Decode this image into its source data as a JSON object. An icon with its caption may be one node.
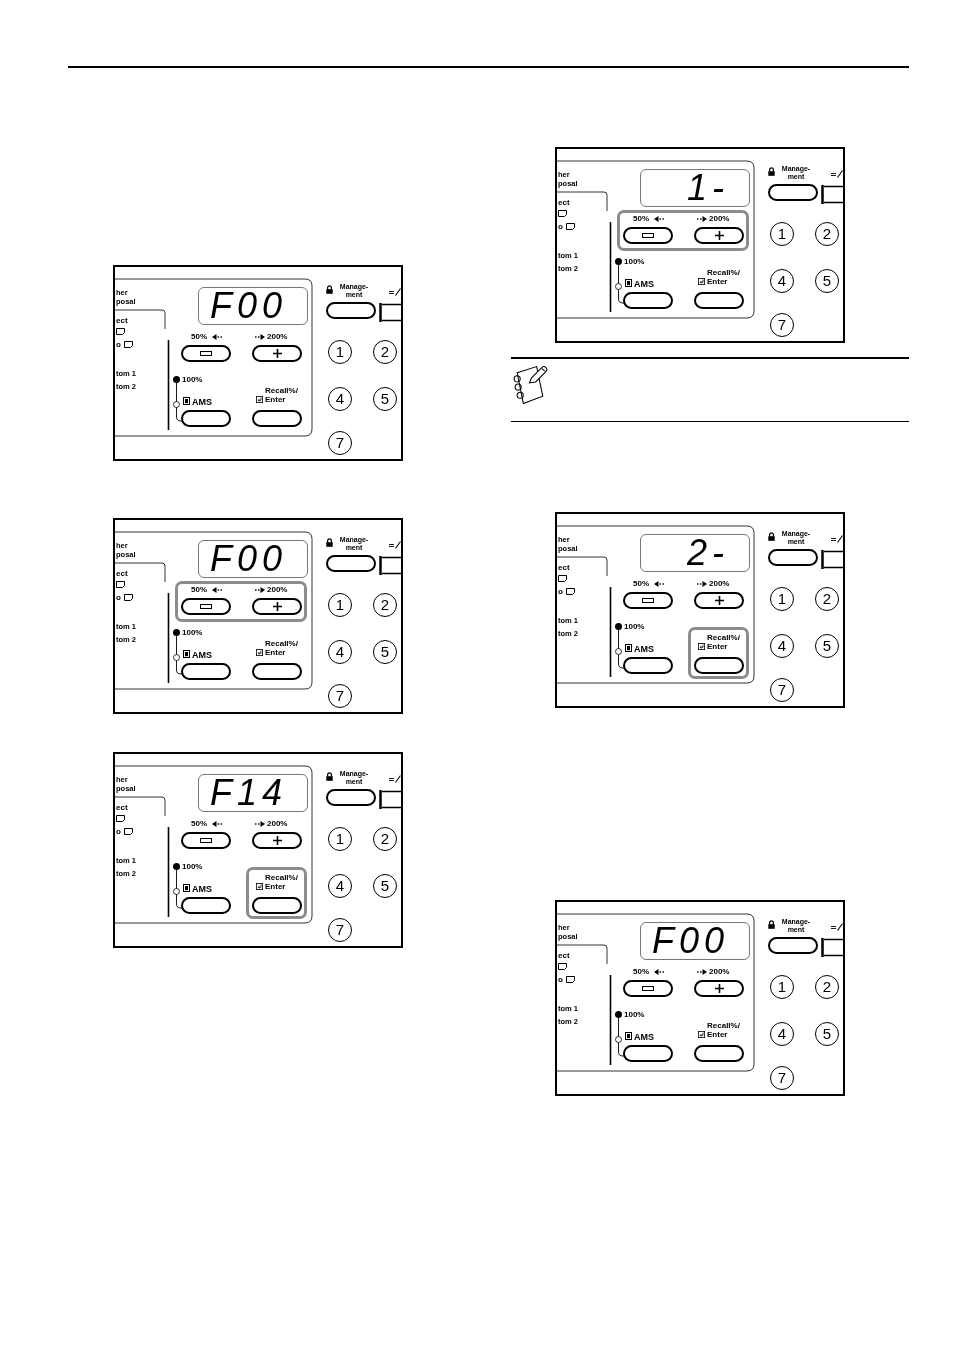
{
  "diagram": {
    "nodes": [
      {
        "text": [
          "her posal",
          "ect",
          "o",
          "tom 1",
          "tom 2",
          "100%"
        ]
      },
      {
        "text": [
          "F00"
        ],
        "in": 0
      },
      {
        "text": [
          "Manage- ment"
        ],
        "in": 0
      },
      {
        "text": [
          "50%"
        ],
        "in": 0
      },
      {
        "text": [
          "200%"
        ],
        "in": 0
      },
      {
        "text": [
          "1"
        ],
        "in": 0
      },
      {
        "text": [
          "2"
        ],
        "in": 0
      },
      {
        "text": [
          "AMS"
        ],
        "in": 0
      },
      {
        "text": [
          "Recall%/ Enter"
        ],
        "in": 0
      },
      {
        "text": [
          "4"
        ],
        "in": 0
      },
      {
        "text": [
          "5"
        ],
        "in": 0
      },
      {
        "text": [
          "7"
        ],
        "in": 0
      },
      {
        "text": [
          "her posal",
          "ect",
          "o",
          "tom 1",
          "tom 2",
          "100%"
        ]
      },
      {
        "text": [
          "F00"
        ],
        "in": 12
      },
      {
        "text": [
          "Manage- ment"
        ],
        "in": 12
      },
      {
        "text": [],
        "shape": "box",
        "in": 12
      },
      {
        "text": [
          "50%"
        ],
        "in": 15
      },
      {
        "text": [
          "200%"
        ],
        "in": 15
      },
      {
        "text": [
          "1"
        ],
        "in": 12
      },
      {
        "text": [
          "2"
        ],
        "in": 12
      },
      {
        "text": [
          "AMS"
        ],
        "in": 12
      },
      {
        "text": [
          "Recall%/ Enter"
        ],
        "in": 12
      },
      {
        "text": [
          "4"
        ],
        "in": 12
      },
      {
        "text": [
          "5"
        ],
        "in": 12
      },
      {
        "text": [
          "7"
        ],
        "in": 12
      },
      {
        "text": [
          "her posal",
          "ect",
          "o",
          "tom 1",
          "tom 2",
          "100%"
        ]
      },
      {
        "text": [
          "F14"
        ],
        "in": 25
      },
      {
        "text": [
          "Manage- ment"
        ],
        "in": 25
      },
      {
        "text": [
          "50%"
        ],
        "in": 25
      },
      {
        "text": [
          "200%"
        ],
        "in": 25
      },
      {
        "text": [
          "1"
        ],
        "in": 25
      },
      {
        "text": [
          "2"
        ],
        "in": 25
      },
      {
        "text": [
          "AMS"
        ],
        "in": 25
      },
      {
        "text": [],
        "shape": "box",
        "in": 25
      },
      {
        "text": [
          "Recall%/ Enter"
        ],
        "in": 33
      },
      {
        "text": [
          "4"
        ],
        "in": 25
      },
      {
        "text": [
          "5"
        ],
        "in": 25
      },
      {
        "text": [
          "7"
        ],
        "in": 25
      },
      {
        "text": [
          "her posal",
          "ect",
          "o",
          "tom 1",
          "tom 2",
          "100%"
        ]
      },
      {
        "text": [
          "1-"
        ],
        "in": 38
      },
      {
        "text": [
          "Manage- ment"
        ],
        "in": 38
      },
      {
        "text": [],
        "shape": "box",
        "in": 38
      },
      {
        "text": [
          "50%"
        ],
        "in": 41
      },
      {
        "text": [
          "200%"
        ],
        "in": 41
      },
      {
        "text": [
          "1"
        ],
        "in": 38
      },
      {
        "text": [
          "2"
        ],
        "in": 38
      },
      {
        "text": [
          "AMS"
        ],
        "in": 38
      },
      {
        "text": [
          "Recall%/ Enter"
        ],
        "in": 38
      },
      {
        "text": [
          "4"
        ],
        "in": 38
      },
      {
        "text": [
          "5"
        ],
        "in": 38
      },
      {
        "text": [
          "7"
        ],
        "in": 38
      },
      {
        "text": [
          "her posal",
          "ect",
          "o",
          "tom 1",
          "tom 2",
          "100%"
        ]
      },
      {
        "text": [
          "2-"
        ],
        "in": 51
      },
      {
        "text": [
          "Manage- ment"
        ],
        "in": 51
      },
      {
        "text": [
          "50%"
        ],
        "in": 51
      },
      {
        "text": [
          "200%"
        ],
        "in": 51
      },
      {
        "text": [
          "1"
        ],
        "in": 51
      },
      {
        "text": [
          "2"
        ],
        "in": 51
      },
      {
        "text": [
          "AMS"
        ],
        "in": 51
      },
      {
        "text": [],
        "shape": "box",
        "in": 51
      },
      {
        "text": [
          "Recall%/ Enter"
        ],
        "in": 59
      },
      {
        "text": [
          "4"
        ],
        "in": 51
      },
      {
        "text": [
          "5"
        ],
        "in": 51
      },
      {
        "text": [
          "7"
        ],
        "in": 51
      },
      {
        "text": [
          "her posal",
          "ect",
          "o",
          "tom 1",
          "tom 2",
          "100%"
        ]
      },
      {
        "text": [
          "F00"
        ],
        "in": 64
      },
      {
        "text": [
          "Manage- ment"
        ],
        "in": 64
      },
      {
        "text": [
          "50%"
        ],
        "in": 64
      },
      {
        "text": [
          "200%"
        ],
        "in": 64
      },
      {
        "text": [
          "1"
        ],
        "in": 64
      },
      {
        "text": [
          "2"
        ],
        "in": 64
      },
      {
        "text": [
          "AMS"
        ],
        "in": 64
      },
      {
        "text": [
          "Recall%/ Enter"
        ],
        "in": 64
      },
      {
        "text": [
          "4"
        ],
        "in": 64
      },
      {
        "text": [
          "5"
        ],
        "in": 64
      },
      {
        "text": [
          "7"
        ],
        "in": 64
      }
    ]
  }
}
